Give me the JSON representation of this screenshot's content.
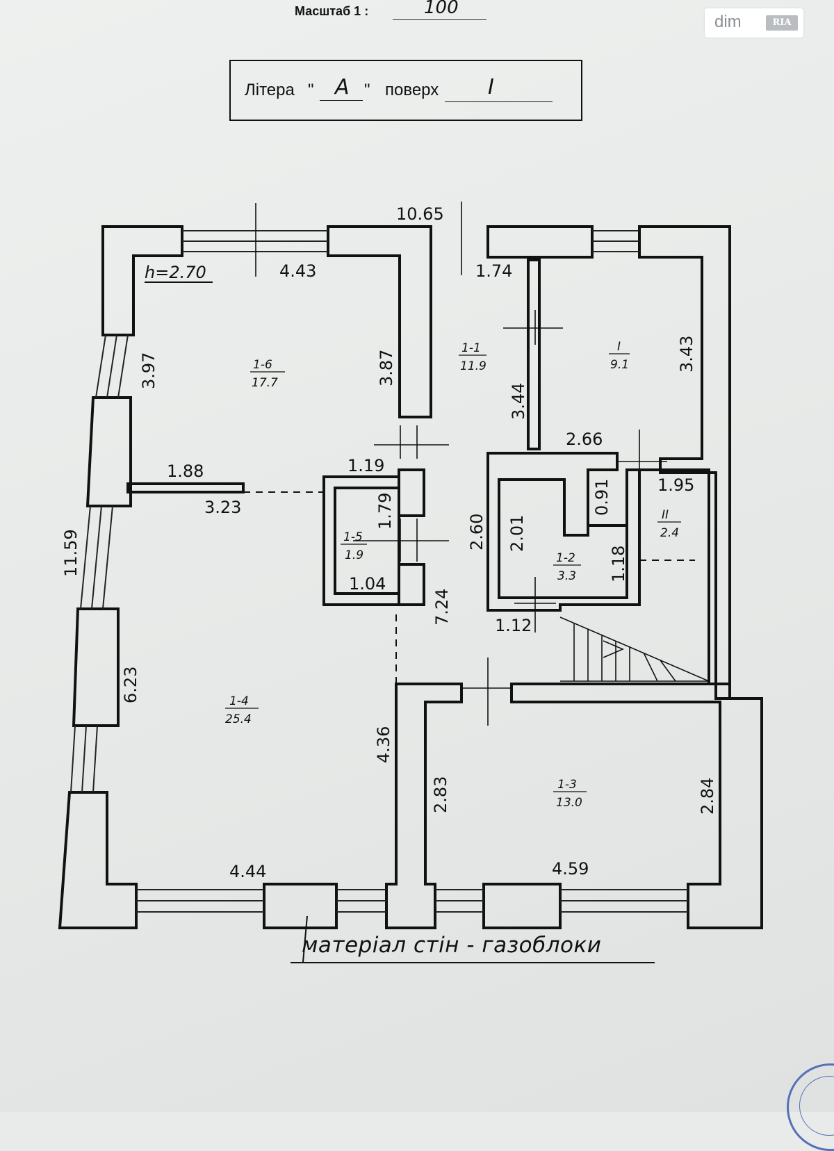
{
  "header": {
    "scale_label": "Масштаб 1 :",
    "scale_value": "100"
  },
  "title": {
    "litera_label": "Літера",
    "quote_open": "\"",
    "litera_value": "А",
    "quote_close": "\"",
    "floor_label": "поверх",
    "floor_value": "І"
  },
  "plan": {
    "ceiling_height": "h=2.70",
    "overall_width": "10.65",
    "overall_height": "11.59",
    "dimensions": [
      "4.43",
      "1.74",
      "3.97",
      "3.87",
      "3.44",
      "3.43",
      "2.66",
      "1.88",
      "1.19",
      "1.95",
      "0.91",
      "3.23",
      "1.79",
      "2.60",
      "2.01",
      "1.18",
      "1.04",
      "7.24",
      "1.12",
      "6.23",
      "4.36",
      "2.83",
      "2.84",
      "4.44",
      "4.59"
    ],
    "rooms": [
      {
        "id": "1-6",
        "area": "17.7"
      },
      {
        "id": "1-1",
        "area": "11.9"
      },
      {
        "id": "І",
        "area": "9.1"
      },
      {
        "id": "ІІ",
        "area": "2.4"
      },
      {
        "id": "1-5",
        "area": "1.9"
      },
      {
        "id": "1-2",
        "area": "3.3"
      },
      {
        "id": "1-4",
        "area": "25.4"
      },
      {
        "id": "1-3",
        "area": "13.0"
      }
    ],
    "wall_color": "#111111",
    "window_color": "#222222"
  },
  "footer": {
    "wall_material": "матеріал стін - газоблоки"
  },
  "logo": {
    "brand": "dim",
    "sub": "RIA",
    "brand_color": "#8a8f95"
  }
}
